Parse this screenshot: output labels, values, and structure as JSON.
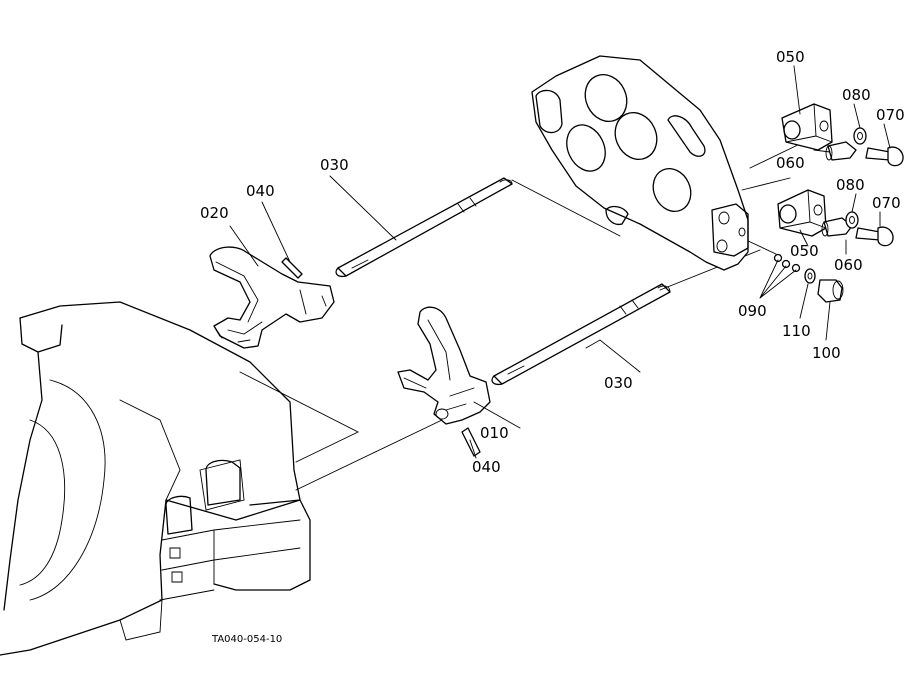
{
  "diagram": {
    "drawing_code": "TA040-054-10",
    "parts": {
      "p010": "010",
      "p020": "020",
      "p030_upper": "030",
      "p030_lower": "030",
      "p040_upper": "040",
      "p040_lower": "040",
      "p050_upper": "050",
      "p050_lower": "050",
      "p060_upper": "060",
      "p060_lower": "060",
      "p070_upper": "070",
      "p070_lower": "070",
      "p080_upper": "080",
      "p080_lower": "080",
      "p090": "090",
      "p100": "100",
      "p110": "110"
    }
  }
}
